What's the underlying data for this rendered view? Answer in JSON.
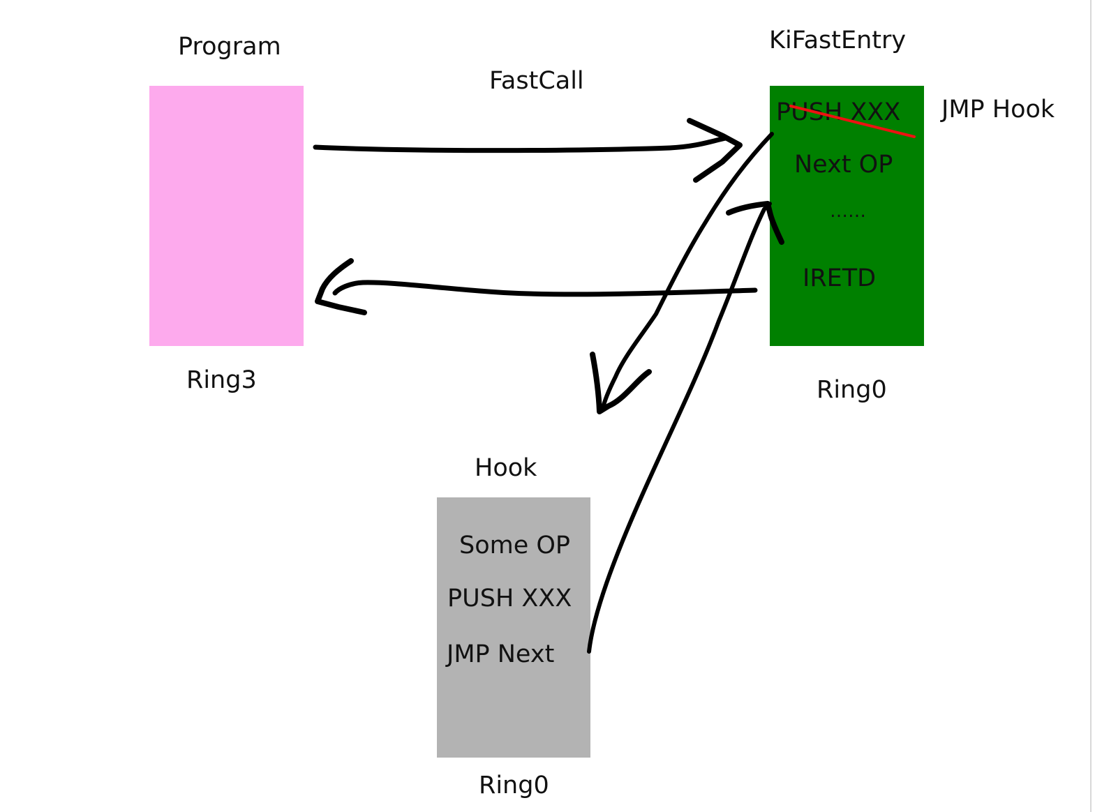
{
  "program": {
    "title": "Program",
    "ring": "Ring3",
    "color": "#fdaaed"
  },
  "fastcall": {
    "label": "FastCall"
  },
  "kifastentry": {
    "title": "KiFastEntry",
    "color": "#008000",
    "lines": [
      "PUSH XXX",
      "Next OP",
      "……",
      "IRETD"
    ],
    "ring": "Ring0",
    "struck_line_color": "#ee1111"
  },
  "jmp_hook": {
    "label": "JMP Hook"
  },
  "hook": {
    "title": "Hook",
    "color": "#b3b3b3",
    "lines": [
      "Some OP",
      "PUSH XXX",
      "JMP Next"
    ],
    "ring": "Ring0"
  }
}
